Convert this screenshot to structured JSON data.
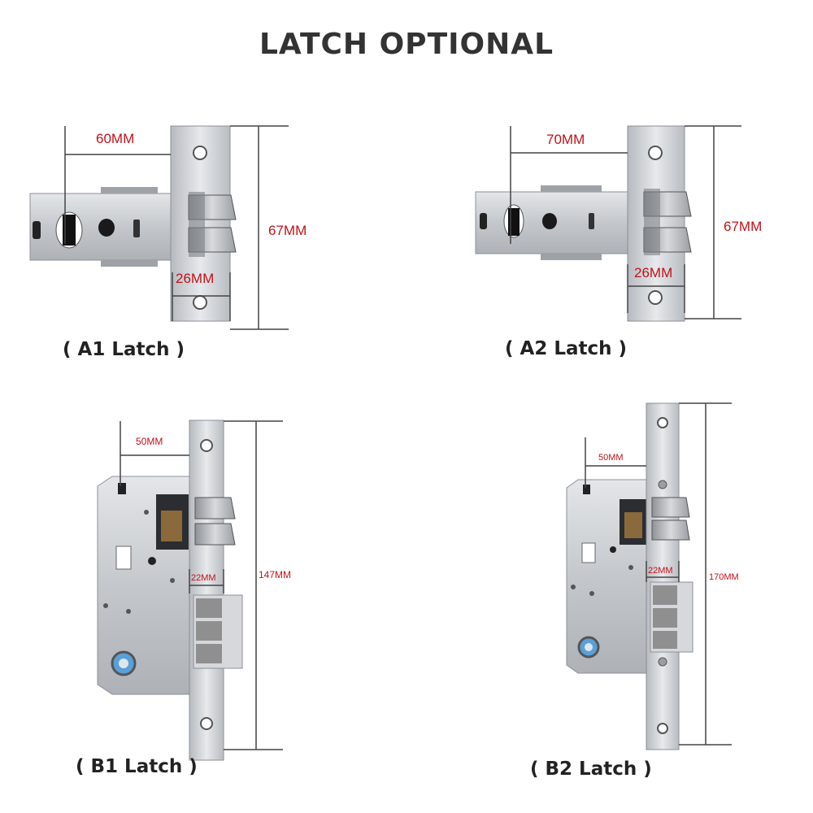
{
  "title": "LATCH OPTIONAL",
  "latches": [
    {
      "caption": "( A1 Latch )",
      "width_label": "60MM",
      "height_label": "67MM",
      "face_label": "26MM"
    },
    {
      "caption": "( A2 Latch )",
      "width_label": "70MM",
      "height_label": "67MM",
      "face_label": "26MM"
    },
    {
      "caption": "( B1 Latch )",
      "width_label": "50MM",
      "height_label": "147MM",
      "face_label": "22MM"
    },
    {
      "caption": "( B2 Latch )",
      "width_label": "50MM",
      "height_label": "170MM",
      "face_label": "22MM"
    }
  ],
  "colors": {
    "title": "#333333",
    "caption": "#222222",
    "dimension": "#c0121a",
    "steel": "#c9ccd0",
    "dimension_line": "#444444"
  }
}
